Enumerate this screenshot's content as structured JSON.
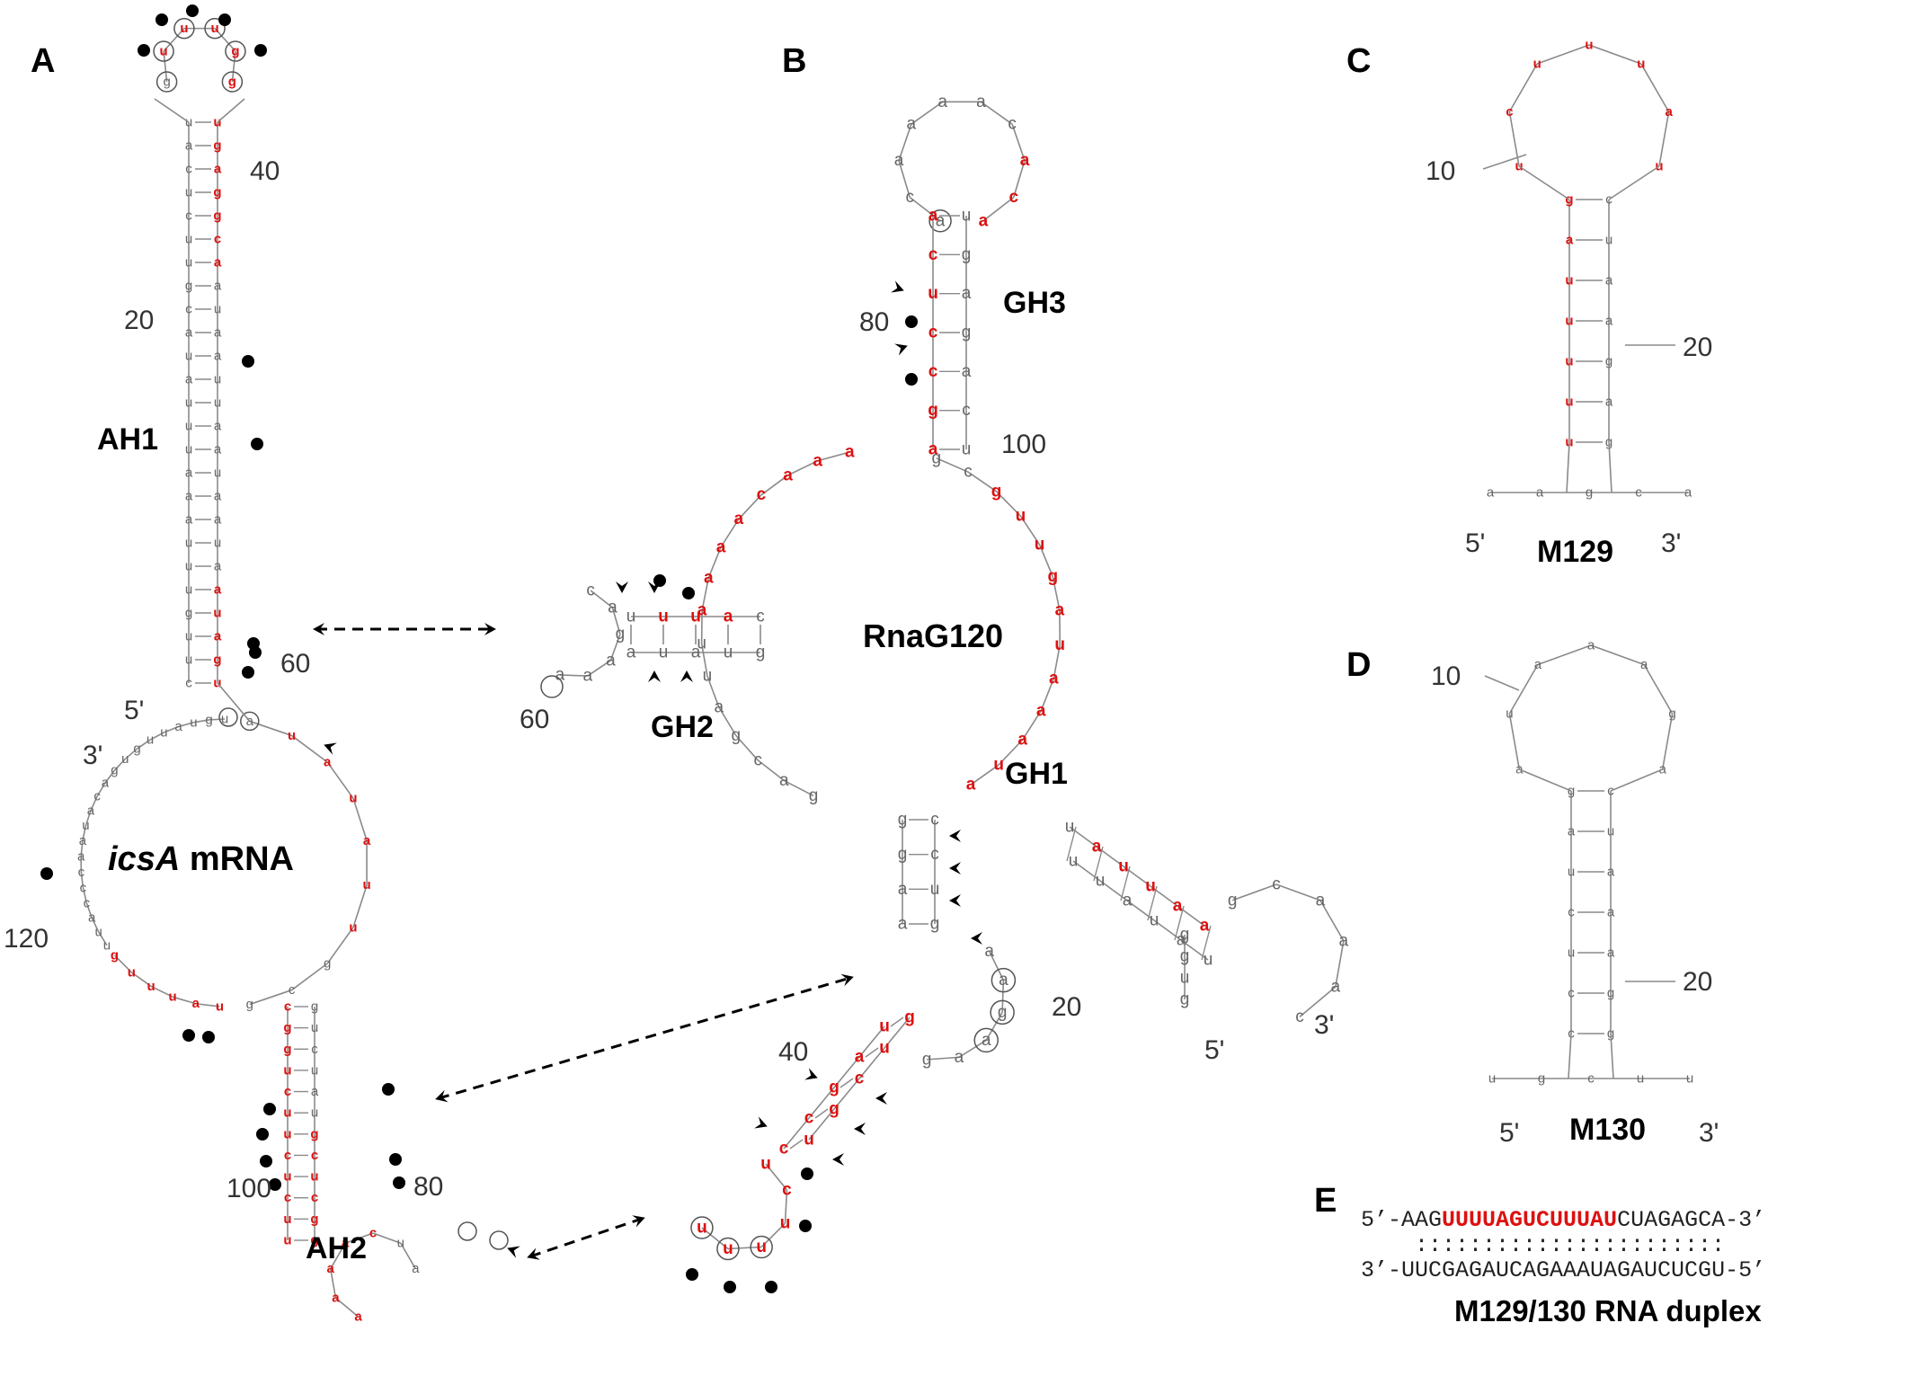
{
  "colors": {
    "highlight": "#dd1111",
    "base": "#666666",
    "backbone": "#8a8a8a",
    "black": "#000000"
  },
  "panels": {
    "A": "A",
    "B": "B",
    "C": "C",
    "D": "D",
    "E": "E"
  },
  "panelA": {
    "names": {
      "AH1": "AH1",
      "AH2": "AH2",
      "mrna_italic": "icsA",
      "mrna_rest": " mRNA"
    },
    "positions": {
      "p20": "20",
      "p40": "40",
      "p60": "60",
      "p80": "80",
      "p100": "100",
      "p120": "120",
      "five": "5'",
      "three": "3'"
    },
    "hairpin1_loop": [
      "g",
      "u",
      "u",
      "u",
      "g",
      "g"
    ],
    "hairpin1_left": [
      "u",
      "a",
      "c",
      "u",
      "c",
      "u",
      "u",
      "g",
      "c",
      "a",
      "u",
      "a",
      "u",
      "u",
      "u",
      "a",
      "a",
      "a",
      "u",
      "u",
      "u",
      "g",
      "u",
      "u",
      "c"
    ],
    "hairpin1_right": [
      "u",
      "g",
      "a",
      "g",
      "g",
      "c",
      "a",
      "a",
      "u",
      "a",
      "a",
      "u",
      "u",
      "a",
      "a",
      "u",
      "a",
      "a",
      "u",
      "a",
      "a",
      "u",
      "a",
      "g",
      "u"
    ],
    "loop_right_arc": [
      "a",
      "u",
      "a",
      "u",
      "a",
      "u",
      "u",
      "g",
      "c",
      "g"
    ],
    "loop_bottom_arc": [
      "u",
      "a",
      "u",
      "u",
      "u",
      "g"
    ],
    "loop_left_arc": [
      "u",
      "u",
      "a",
      "c",
      "c",
      "c",
      "a",
      "a",
      "u",
      "a",
      "c",
      "a",
      "g",
      "u",
      "g",
      "u",
      "u",
      "a",
      "u",
      "g",
      "u"
    ],
    "hairpin2_left": [
      "c",
      "g",
      "g",
      "u",
      "c",
      "u",
      "u",
      "c",
      "u",
      "c",
      "u",
      "u"
    ],
    "hairpin2_right": [
      "g",
      "u",
      "c",
      "u",
      "a",
      "u",
      "g",
      "c",
      "u",
      "c",
      "g",
      "g"
    ],
    "hairpin2_loop": [
      "a",
      "a",
      "a",
      "a",
      "c",
      "u",
      "a"
    ]
  },
  "panelB": {
    "names": {
      "GH1": "GH1",
      "GH2": "GH2",
      "GH3": "GH3",
      "center": "RnaG120"
    },
    "positions": {
      "p20": "20",
      "p40": "40",
      "p60": "60",
      "p80": "80",
      "p100": "100",
      "five": "5'",
      "three": "3'"
    },
    "gh3_loop": [
      "a",
      "c",
      "a",
      "a",
      "a",
      "a",
      "c",
      "a",
      "c",
      "a"
    ],
    "gh3_left": [
      "a",
      "c",
      "u",
      "c",
      "c",
      "g",
      "a"
    ],
    "gh3_right": [
      "u",
      "g",
      "a",
      "g",
      "a",
      "c",
      "u"
    ],
    "gh2_top": [
      "c",
      "a",
      "u",
      "u",
      "u"
    ],
    "gh2_bottom": [
      "g",
      "u",
      "a",
      "u",
      "a"
    ],
    "gh2_loop": [
      "a",
      "a",
      "a",
      "g",
      "a",
      "c"
    ],
    "big_loop_right": [
      "g",
      "c",
      "g",
      "u",
      "u",
      "g",
      "a",
      "u",
      "a",
      "a",
      "a",
      "u",
      "a"
    ],
    "big_loop_left": [
      "a",
      "a",
      "a",
      "c",
      "a",
      "a",
      "a",
      "a",
      "u",
      "u",
      "a",
      "g",
      "c",
      "a",
      "g"
    ],
    "gh1_stem_left": [
      "g",
      "g",
      "a",
      "a"
    ],
    "gh1_stem_right": [
      "c",
      "c",
      "u",
      "g"
    ],
    "gh1_loop": [
      "a",
      "a",
      "g",
      "a",
      "a",
      "g"
    ],
    "gh1_helix_left": [
      "u",
      "a",
      "g",
      "c",
      "c"
    ],
    "gh1_helix_right": [
      "g",
      "u",
      "c",
      "g",
      "u"
    ],
    "gh1_small_loop": [
      "u",
      "c",
      "u",
      "u",
      "u",
      "u"
    ],
    "tail_helix_top": [
      "u",
      "a",
      "u",
      "u",
      "a",
      "a"
    ],
    "tail_helix_bottom": [
      "u",
      "u",
      "a",
      "u",
      "a",
      "u"
    ],
    "tail_3prime": [
      "g",
      "c",
      "a",
      "a",
      "a",
      "c"
    ],
    "tail_5prime": [
      "g",
      "g",
      "u",
      "g"
    ]
  },
  "panelC": {
    "name": "M129",
    "positions": {
      "p10": "10",
      "p20": "20",
      "five": "5'",
      "three": "3'"
    },
    "loop": [
      "u",
      "c",
      "u",
      "u",
      "u",
      "a",
      "u"
    ],
    "stem_left": [
      "g",
      "a",
      "u",
      "u",
      "u",
      "u",
      "u"
    ],
    "stem_right": [
      "c",
      "u",
      "a",
      "a",
      "g",
      "a",
      "g"
    ],
    "base_row": [
      "a",
      "a",
      "g",
      "c",
      "a"
    ]
  },
  "panelD": {
    "name": "M130",
    "positions": {
      "p10": "10",
      "p20": "20",
      "five": "5'",
      "three": "3'"
    },
    "loop": [
      "a",
      "u",
      "a",
      "a",
      "a",
      "g",
      "a"
    ],
    "stem_left": [
      "g",
      "a",
      "u",
      "c",
      "u",
      "c",
      "c"
    ],
    "stem_right": [
      "c",
      "u",
      "a",
      "a",
      "a",
      "g",
      "g"
    ],
    "base_row": [
      "u",
      "g",
      "c",
      "u",
      "u"
    ]
  },
  "panelE": {
    "top_prefix": "5’-AAG",
    "top_red": "UUUUAGUCUUUAU",
    "top_suffix": "CUAGAGCA-3’",
    "pairs": ":::::::::::::::::::::::",
    "bottom": "3’-UUCGAGAUCAGAAAUAGAUCUCGU-5’",
    "caption": "M129/130 RNA duplex"
  }
}
